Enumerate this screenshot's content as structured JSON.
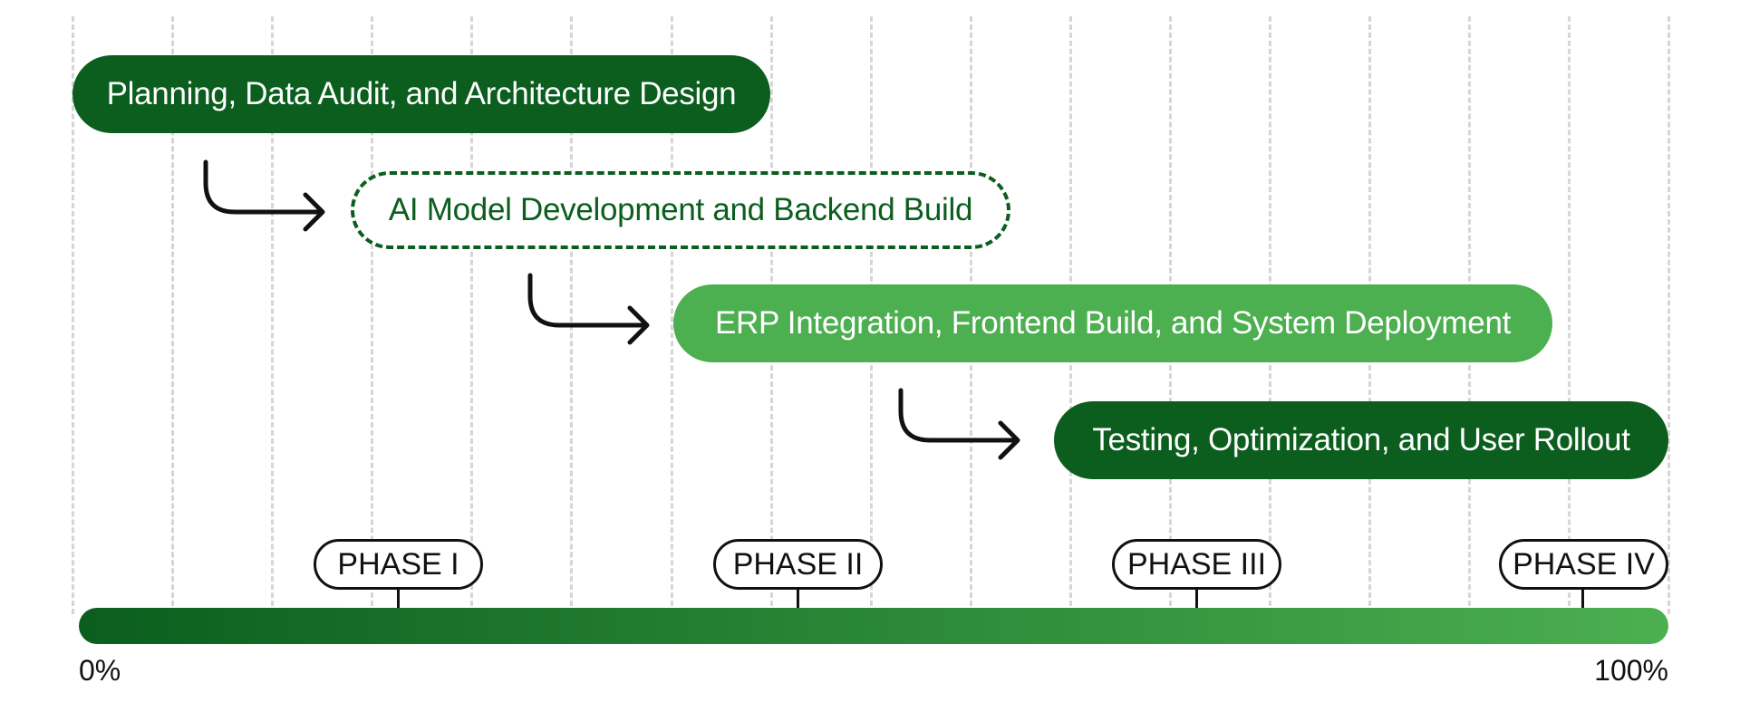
{
  "phases_tasks": [
    {
      "label": "Planning, Data Audit, and Architecture Design",
      "style": "dark"
    },
    {
      "label": "AI Model Development and Backend Build",
      "style": "dashed"
    },
    {
      "label": "ERP Integration, Frontend Build, and System Deployment",
      "style": "light"
    },
    {
      "label": "Testing, Optimization, and User Rollout",
      "style": "dark"
    }
  ],
  "phase_markers": [
    {
      "label": "PHASE I"
    },
    {
      "label": "PHASE II"
    },
    {
      "label": "PHASE III"
    },
    {
      "label": "PHASE IV"
    }
  ],
  "progress": {
    "start_label": "0%",
    "end_label": "100%"
  },
  "colors": {
    "dark_green": "#0b5e1e",
    "light_green": "#4caf50",
    "grid": "#d6d6d6",
    "ink": "#111111"
  }
}
